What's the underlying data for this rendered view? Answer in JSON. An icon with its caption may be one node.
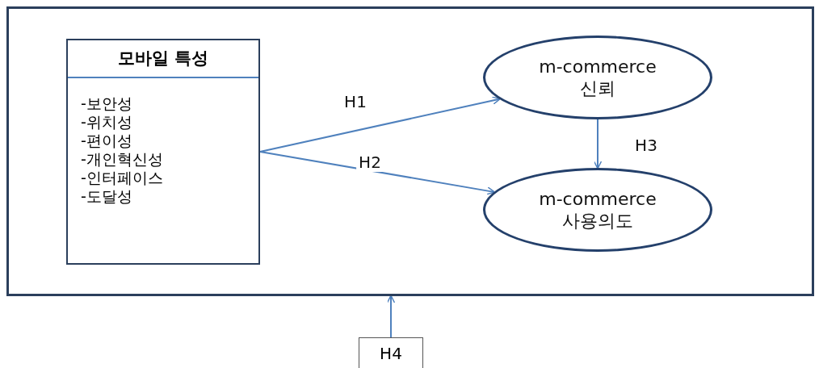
{
  "diagram": {
    "nodes": [
      {
        "text": [],
        "shape": "box"
      },
      {
        "text": [
          "모바일 특성",
          "-보안성",
          "-위치성",
          "-편이성",
          "-개인혁신성",
          "-인터페이스",
          "-도달성"
        ],
        "in": 0
      },
      {
        "text": [
          "m-commerce 신뢰"
        ],
        "in": 0
      },
      {
        "text": [
          "m-commerce 사용의도"
        ],
        "in": 0
      },
      {
        "text": [
          "H4"
        ]
      }
    ],
    "edges": [
      {
        "from": 1,
        "to": 2,
        "arrow": "to",
        "label": "H1"
      },
      {
        "from": 1,
        "to": 3,
        "arrow": "to",
        "label": "H2"
      },
      {
        "from": 2,
        "to": 3,
        "arrow": "to",
        "label": "H3"
      },
      {
        "from": 4,
        "to": 0,
        "arrow": "to"
      }
    ]
  }
}
